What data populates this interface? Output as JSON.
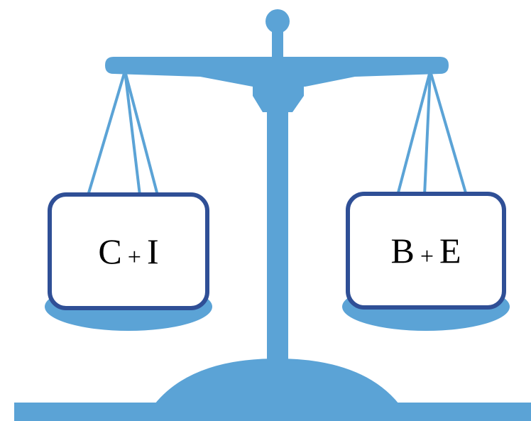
{
  "colors": {
    "scale_blue": "#5ba3d6",
    "box_border": "#2f4f96",
    "box_fill": "#ffffff",
    "text": "#000000"
  },
  "left_pan": {
    "term1": "C",
    "operator": "+",
    "term2": "I"
  },
  "right_pan": {
    "term1": "B",
    "operator": "+",
    "term2": "E"
  }
}
